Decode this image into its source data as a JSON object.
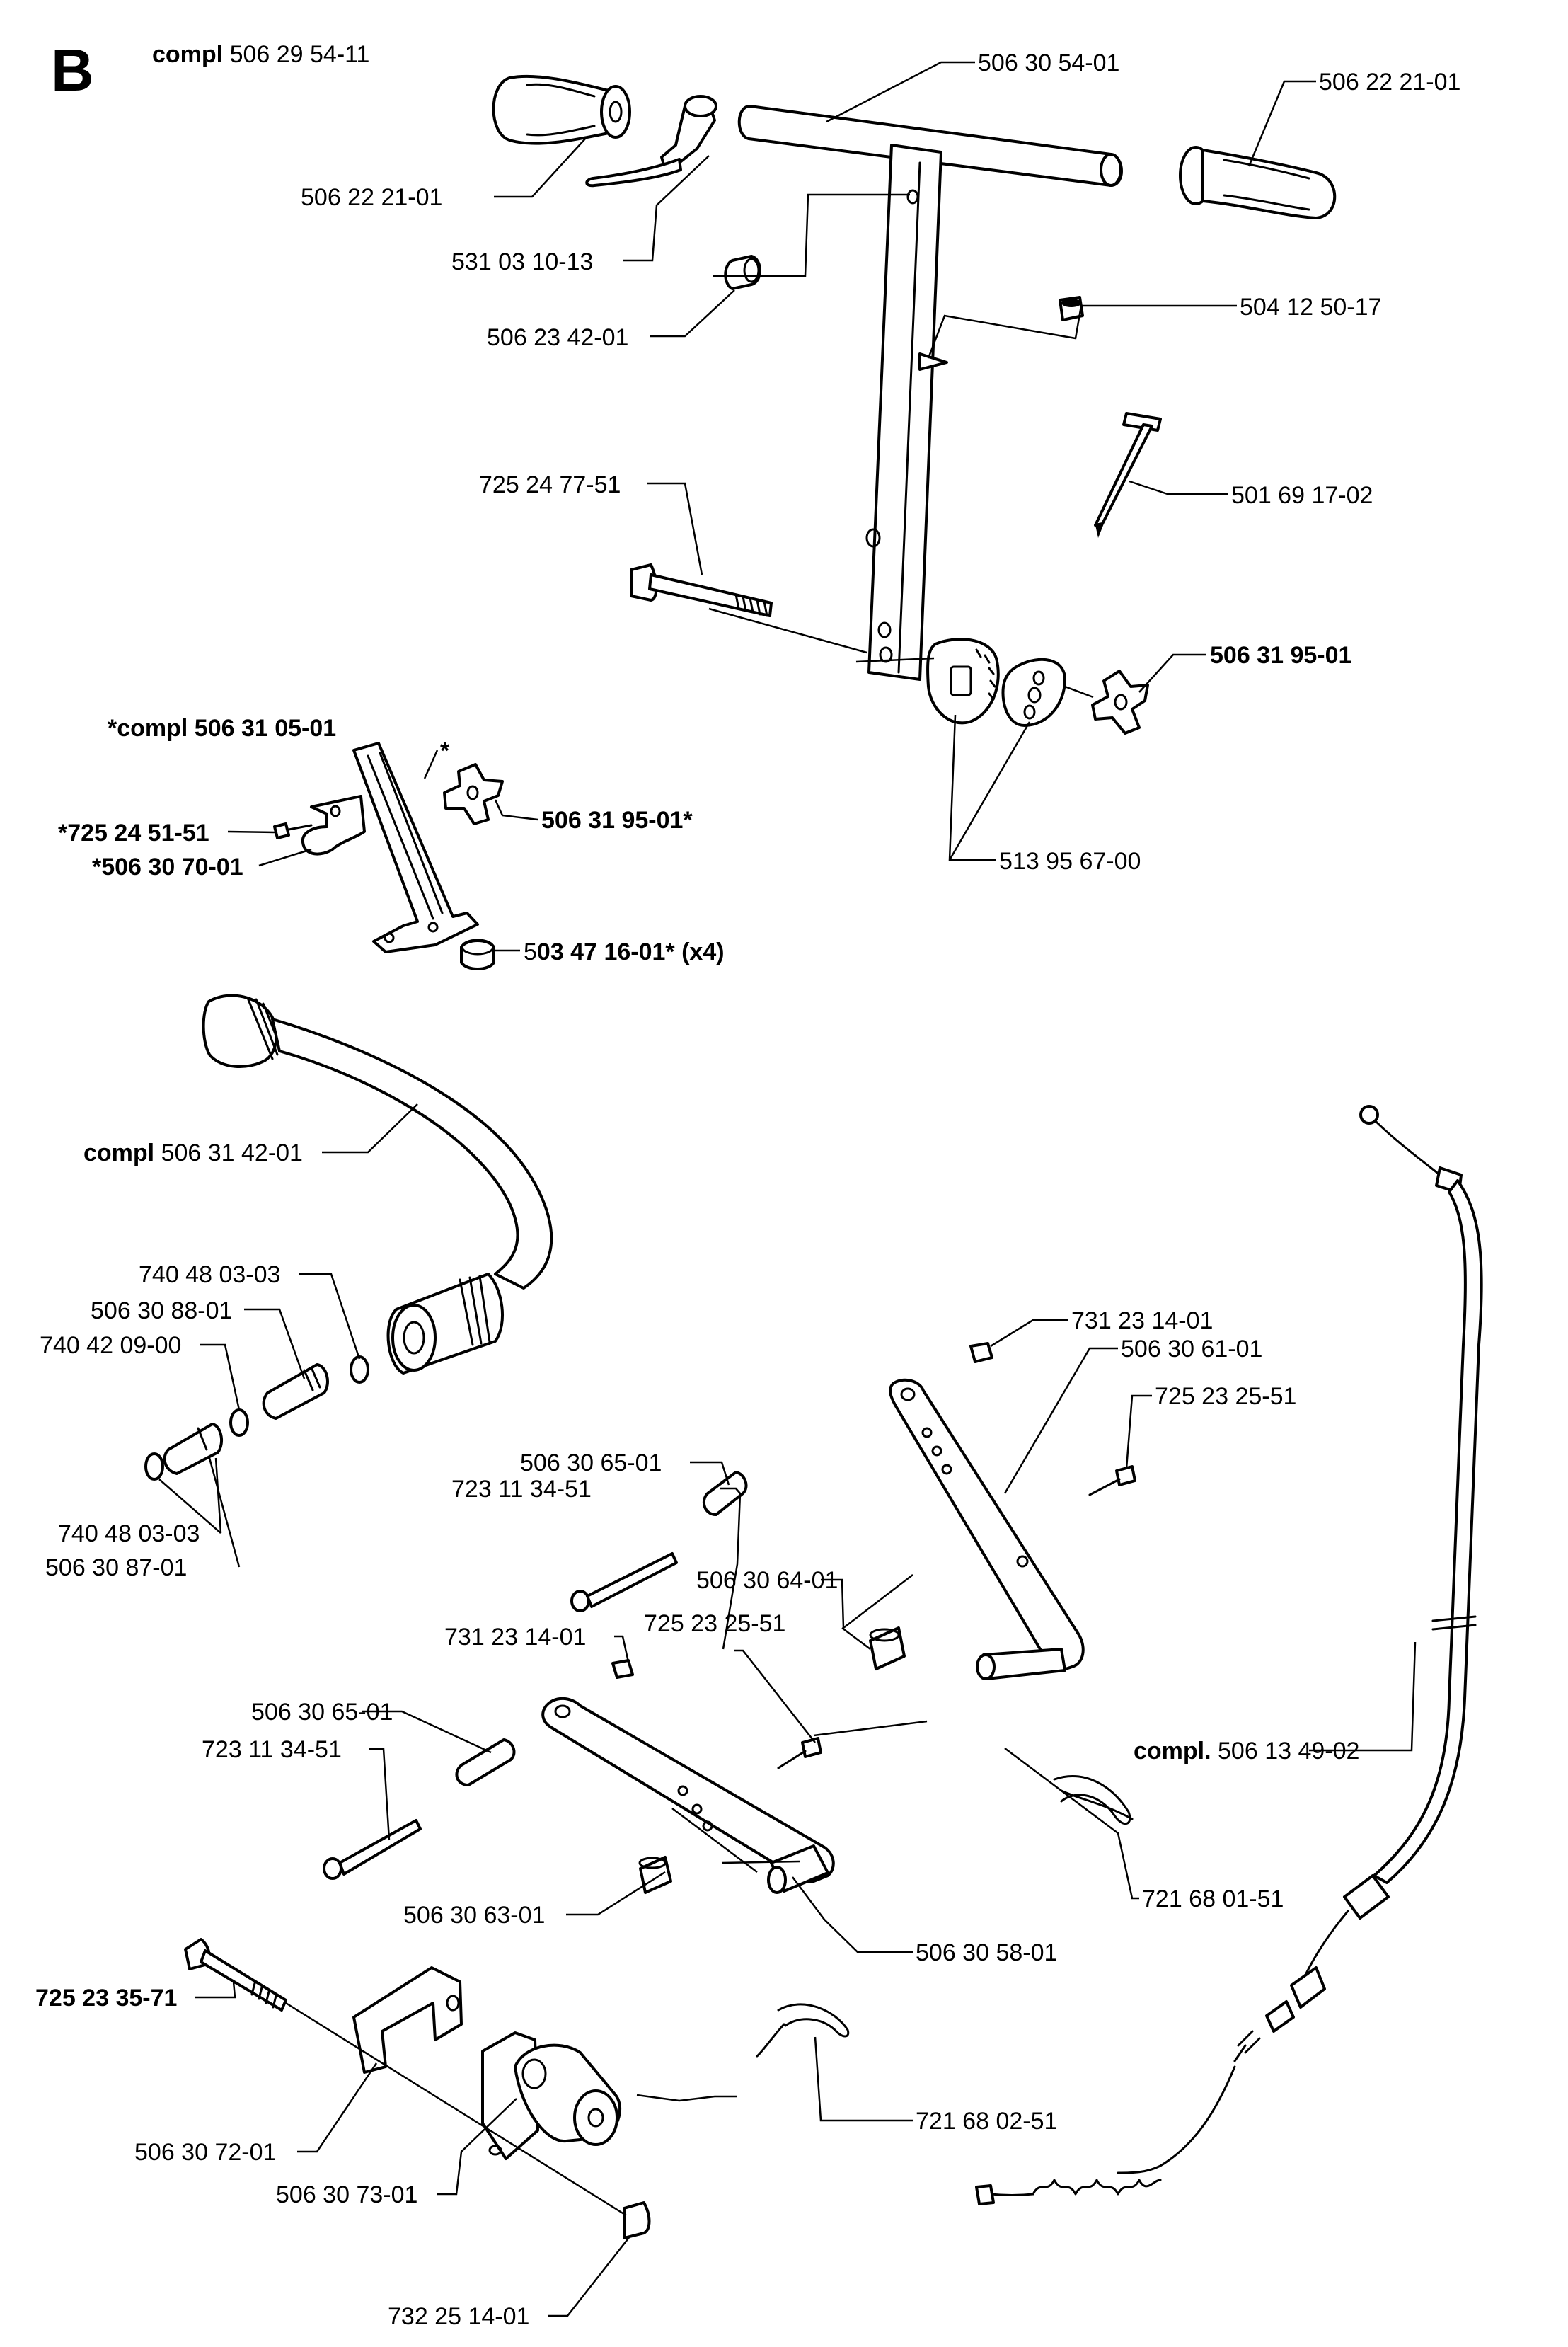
{
  "section_letter": "B",
  "labels": {
    "l_compl_main": {
      "prefix": "compl",
      "text": " 506 29 54-11"
    },
    "l_50630540": {
      "text": "506 30 54-01"
    },
    "l_50622210_r": {
      "text": "506 22 21-01"
    },
    "l_50622210_l": {
      "text": "506 22 21-01"
    },
    "l_53103101": {
      "text": "531 03 10-13"
    },
    "l_50623420": {
      "text": "506 23 42-01"
    },
    "l_50412501": {
      "text": "504 12 50-17"
    },
    "l_72524775": {
      "text": "725 24 77-51"
    },
    "l_50169170": {
      "text": "501 69 17-02"
    },
    "l_50631950": {
      "text": "506 31 95-01",
      "bold": true
    },
    "l_compl_50631050": {
      "text": "*compl 506 31 05-01",
      "bold": true
    },
    "l_star": {
      "text": "*",
      "bold": true
    },
    "l_72524515": {
      "text": "*725 24 51-51",
      "bold": true
    },
    "l_50631951_star": {
      "text": "506 31 95-01*",
      "bold": true
    },
    "l_50630700": {
      "text": "*506 30 70-01",
      "bold": true
    },
    "l_51395670": {
      "text": "513 95 67-00"
    },
    "l_50347160_5": {
      "text": "5"
    },
    "l_50347160": {
      "text": "03 47 16-01* (x4)",
      "bold": true
    },
    "l_compl_50631420": {
      "prefix": "compl",
      "text": " 506 31 42-01"
    },
    "l_74048030_a": {
      "text": "740 48 03-03"
    },
    "l_50630880": {
      "text": "506 30 88-01"
    },
    "l_74042090": {
      "text": "740 42 09-00"
    },
    "l_74048030_b": {
      "text": "740 48 03-03"
    },
    "l_50630870": {
      "text": "506 30 87-01"
    },
    "l_73123140_a": {
      "text": "731 23 14-01"
    },
    "l_50630610": {
      "text": "506 30 61-01"
    },
    "l_72523255_a": {
      "text": "725 23 25-51"
    },
    "l_50630650_a": {
      "text": "506 30 65-01"
    },
    "l_72311345_a": {
      "text": "723 11 34-51"
    },
    "l_50630640": {
      "text": "506 30 64-01"
    },
    "l_72523255_b": {
      "text": "725 23 25-51"
    },
    "l_73123140_b": {
      "text": "731 23 14-01"
    },
    "l_50630650_b": {
      "text": "506 30 65-01"
    },
    "l_72311345_b": {
      "text": "723 11 34-51"
    },
    "l_compl_50613490": {
      "prefix": "compl.",
      "text": " 506 13 49-02"
    },
    "l_72168015": {
      "text": "721 68 01-51"
    },
    "l_50630630": {
      "text": "506 30 63-01"
    },
    "l_50630580": {
      "text": "506 30 58-01"
    },
    "l_72523357": {
      "text": "725 23 35-71",
      "bold": true
    },
    "l_72168025": {
      "text": "721 68 02-51"
    },
    "l_50630720": {
      "text": "506 30 72-01"
    },
    "l_50630730": {
      "text": "506 30 73-01"
    },
    "l_73225140": {
      "text": "732 25 14-01"
    }
  }
}
